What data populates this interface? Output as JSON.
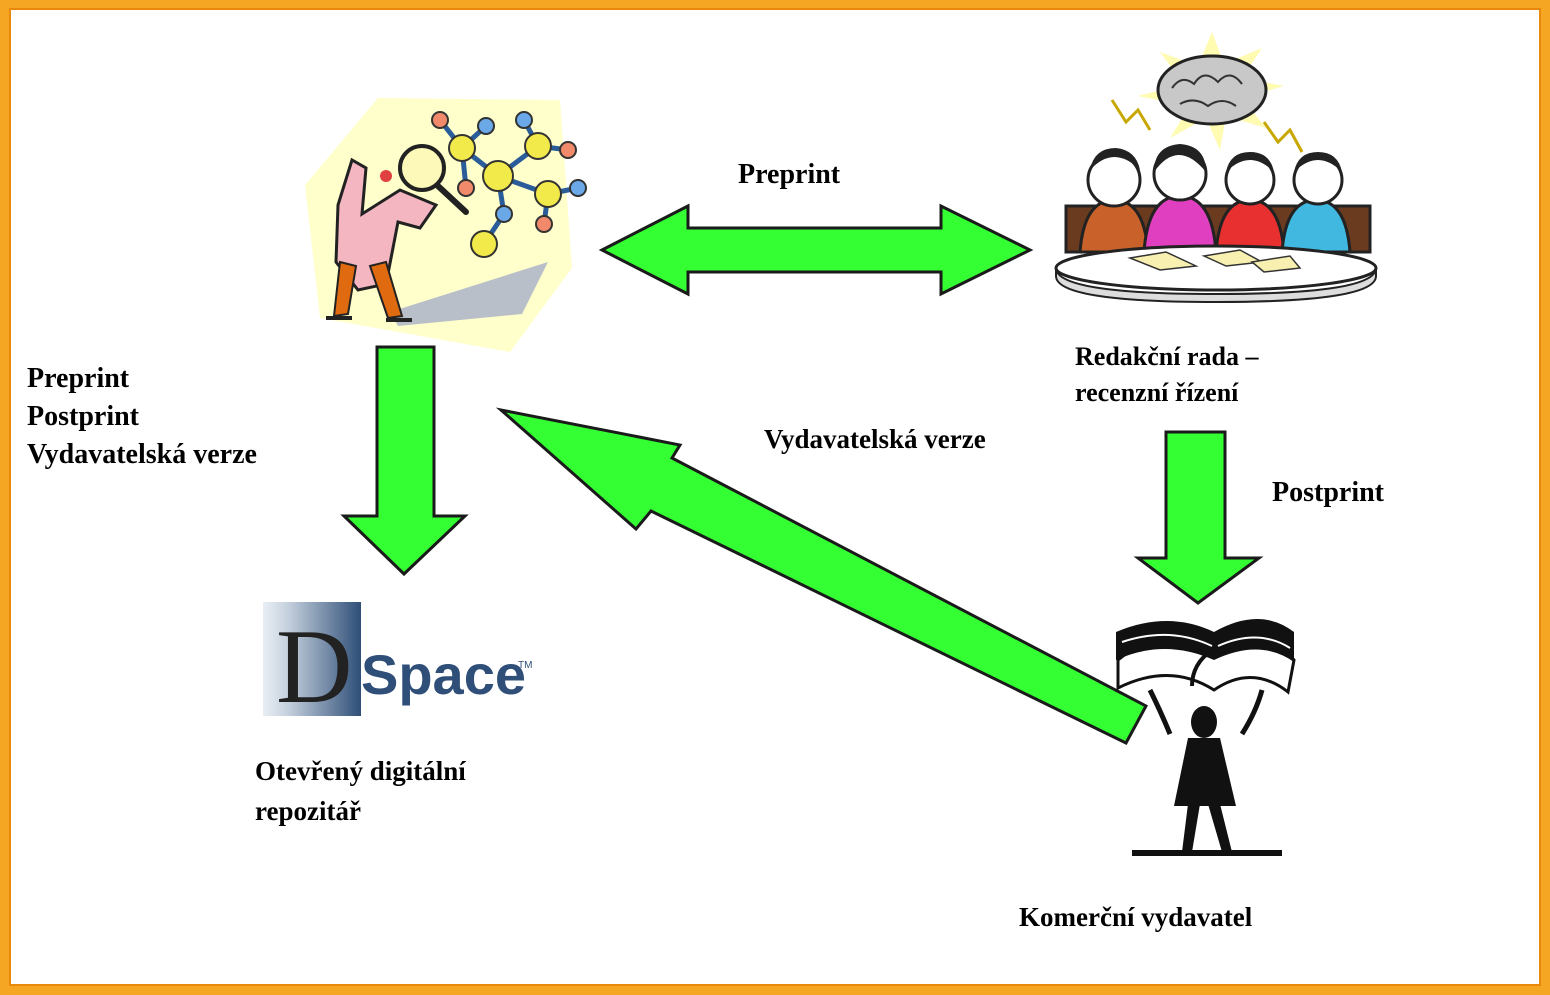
{
  "colors": {
    "arrow_fill": "#33ff33",
    "arrow_stroke": "#1a1a1a",
    "frame": "#f5a623",
    "dspace_blue": "#2f4f78"
  },
  "icons": {
    "scientist": "scientist-with-molecule-icon",
    "editorial_board": "editorial-board-meeting-icon",
    "repository": "dspace-logo-icon",
    "publisher": "person-holding-book-icon"
  },
  "logo": {
    "main": "D",
    "rest": "Space",
    "tm": "TM"
  },
  "edges": {
    "top_label": "Preprint",
    "author_to_repo": {
      "lines": [
        "Preprint",
        "Postprint",
        "Vydavatelská verze"
      ]
    },
    "board_to_publisher_label": "Postprint",
    "publisher_to_author_label": "Vydavatelská verze"
  },
  "nodes": {
    "board": {
      "lines": [
        "Redakční rada –",
        "recenzní řízení"
      ]
    },
    "repository": {
      "lines": [
        "Otevřený digitální",
        "repozitář"
      ]
    },
    "publisher": {
      "label": "Komerční vydavatel"
    }
  }
}
